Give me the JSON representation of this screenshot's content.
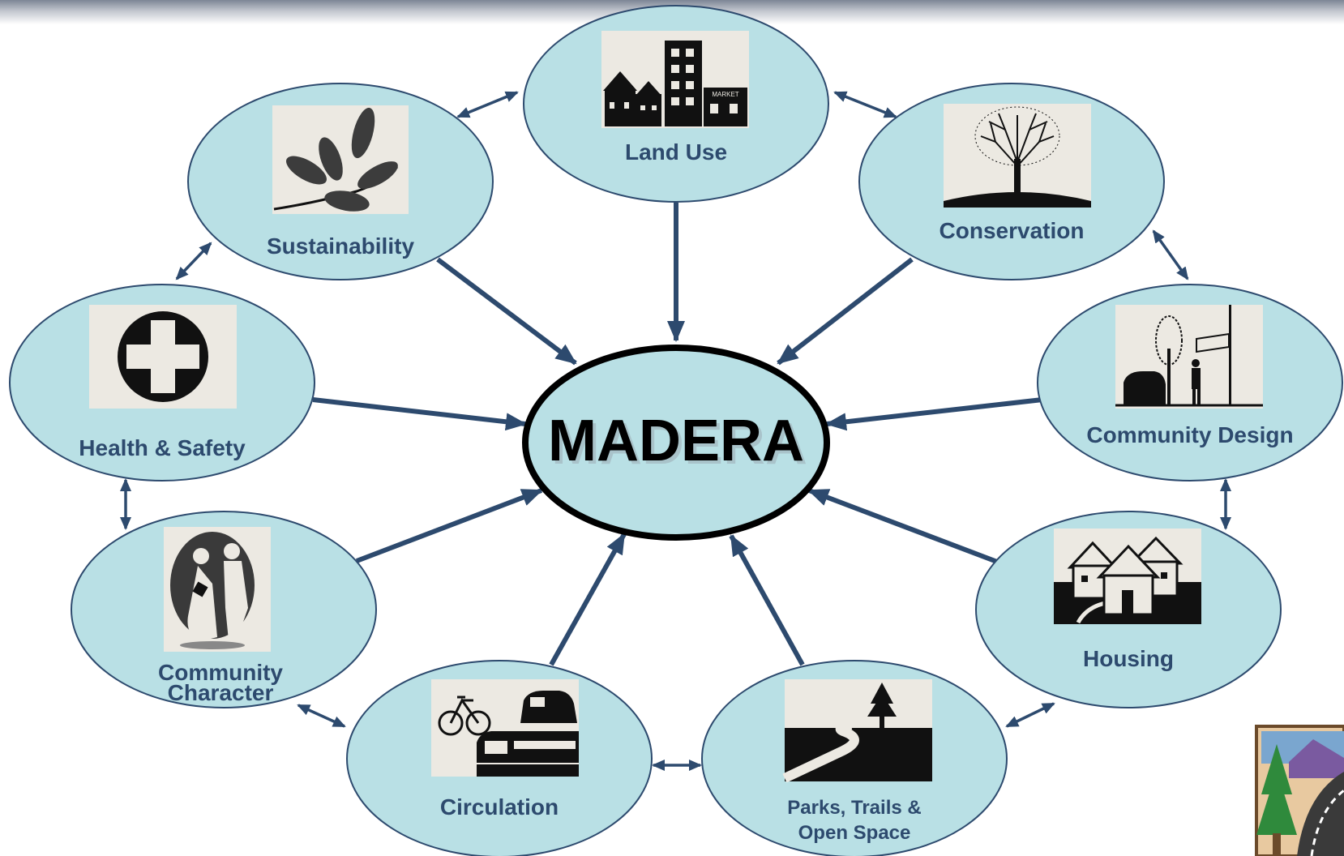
{
  "center": {
    "label": "MADERA"
  },
  "topics": {
    "land_use": "Land Use",
    "conservation": "Conservation",
    "community_design": "Community Design",
    "housing": "Housing",
    "parks": {
      "line1": "Parks, Trails &",
      "line2": "Open Space"
    },
    "circulation": "Circulation",
    "community_character": {
      "line1": "Community",
      "line2": "Character"
    },
    "health_safety": "Health & Safety",
    "sustainability": "Sustainability"
  },
  "image_texts": {
    "market_sign": "MARKET"
  },
  "colors": {
    "ellipse_fill": "#b9e0e5",
    "ellipse_stroke": "#2d4a6e",
    "arrow": "#2d4a6e",
    "label": "#2d4a6e",
    "center_stroke": "#000000",
    "photo_bg": "#ece9e2"
  }
}
